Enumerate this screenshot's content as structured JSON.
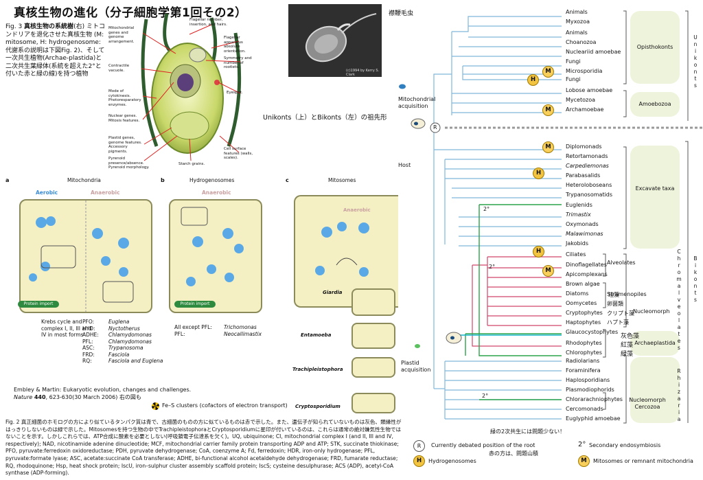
{
  "title": "真核生物の進化（分子細胞学第1回その2）",
  "fig3_caption": {
    "prefix": "Fig. 3 ",
    "bold": "真核生物の系統樹",
    "body": "(右) ミトコンドリアを退化させた真核生物 (M: mitosome, H: hydrogenosome:代謝系の説明は下図Fig. 2)、そして一次共生植物(Archae-plastida)と二次共生葉緑体(系統を超えた2°と付いた赤と緑の線)を持つ植物"
  },
  "cell_labels": {
    "left": [
      "Mitochondrial genes and genome arrangement.",
      "Contractile vacuole.",
      "Mode of cytokinesis. Photoresparatory enzymes.",
      "Nuclear genes. Mitosis features.",
      "Plastid genes, genome features. Accessory pigments.",
      "Pyrenoid presence/absence. Pyrenoid morphology."
    ],
    "top": "Flagellar number, insertion, and hairs.",
    "right": [
      "Flagellar apparatus absolute orientation.",
      "Symmetry and number of rootlets.",
      "Eyespot.",
      "Cell surface features (walls, scales)."
    ],
    "bottom": "Starch grains."
  },
  "protist": {
    "credit": "(c)1994 by Kerry S. Clark",
    "label": "襟鞭毛虫"
  },
  "mid_caption": "Unikonts（上）とBikonts（左）の祖先形",
  "panels": {
    "a": {
      "letter": "a",
      "title": "Mitochondria",
      "aerobic": "Aerobic",
      "anaerobic": "Anaerobic",
      "left_text": "Krebs cycle and complex I, II, III and IV in most forms",
      "right_pairs": [
        [
          "PFO:",
          "Euglena"
        ],
        [
          "HYD:",
          "Nyctotherus"
        ],
        [
          "ADHE:",
          "Chlamydomonas"
        ],
        [
          "PFL:",
          "Chlamydomonas"
        ],
        [
          "ASC:",
          "Trypanosoma"
        ],
        [
          "FRD:",
          "Fasciola"
        ],
        [
          "RQ:",
          "Fasciola and Euglena"
        ]
      ]
    },
    "b": {
      "letter": "b",
      "title": "Hydrogenosomes",
      "anaerobic": "Anaerobic",
      "pairs": [
        [
          "All except PFL:",
          "Trichomonas"
        ],
        [
          "PFL:",
          "Neocallimastix"
        ]
      ]
    },
    "c": {
      "letter": "c",
      "title": "Mitosomes",
      "anaerobic": "Anaerobic",
      "organisms": [
        "Giardia",
        "Entamoeba",
        "Trachipleistophora",
        "Cryptosporidium"
      ]
    },
    "protein_import": "Protein import"
  },
  "source": {
    "line1": "Embley & Martin: Eukaryotic evolution, changes and challenges.",
    "journal": "Nature",
    "vol": "440",
    "rest": ", 623-630(30 March 2006) 右の図も"
  },
  "fes_legend": "Fe–S clusters (cofactors of electron transport)",
  "fig2_caption": "Fig. 2 真正細菌のホモログの方により似ているタンパク質は青で、古細菌のものの方に似ているものは赤で示した。また、遺伝子が知られていないものは灰色、類縁性がはっきりしないものは緑で示した。Mitosomesを持つ生物の中でTrachipleistophoraとCryptosporidiumに星印が付いているのは、これらは通常の絶対嫌気性生物ではないことを示す。しかしこれらでは、ATP合成に酸素を必要としない(呼吸鎖電子伝達系を欠く)。UQ, ubiquinone; CI, mitochondrial complex I (and II, III and IV, respectively); NAD, nicotinamide adenine dinucleotide; MCF, mitochondrial carrier family protein transporting ADP and ATP; STK, succinate thiokinase; PFO, pyruvate:ferredoxin oxidoreductase; PDH, pyruvate dehydrogenase; CoA, coenzyme A; Fd, ferredoxin; HDR, iron-only hydrogenase; PFL, pyruvate:formate lyase; ASC, acetate:succinate CoA transferase; ADHE, bi-functional alcohol acetaldehyde dehydrogenase; FRD, fumarate reductase; RQ, rhodoquinone; Hsp, heat shock protein; IscU, iron–sulphur cluster assembly scaffold protein; IscS; cysteine desulphurase; ACS (ADP), acetyl-CoA synthase (ADP-forming).",
  "tree": {
    "unikont_leaves": [
      "Animals",
      "Myxozoa",
      "Animals",
      "Choanozoa",
      "Nucleariid amoebae",
      "Fungi",
      "Microsporidia",
      "Fungi",
      "Lobose amoebae",
      "Mycetozoa",
      "Archamoebae"
    ],
    "bikont_leaves": [
      "Diplomonads",
      "Retortamonads",
      "Carpediemonas",
      "Parabasalids",
      "Heteroloboseans",
      "Trypanosomatids",
      "Euglenids",
      "Trimastix",
      "Oxymonads",
      "Malawimonas",
      "Jakobids",
      "Ciliates",
      "Dinoflagellates",
      "Apicomplexans",
      "Brown algae",
      "Diatoms",
      "Oomycetes",
      "Cryptophytes",
      "Haptophytes",
      "Glaucocystophytes",
      "Rhodophytes",
      "Chlorophytes",
      "Radiolarians",
      "Foraminifera",
      "Haplosporidians",
      "Plasmodiophorids",
      "Chlorarachniophytes",
      "Cercomonads",
      "Euglyphid amoebae"
    ],
    "groups": {
      "opisthokonts": "Opisthokonts",
      "amoebozoa": "Amoebozoa",
      "excavate": "Excavate taxa",
      "alveolates": "Alveolates",
      "stramenopiles": "Stramenopiles",
      "nucleomorph1": "Nucleomorph",
      "archaeplastida": "Archaeplastida",
      "nucleomorph2": "Nucleomorph",
      "cercozoa": "Cercozoa"
    },
    "unikonts_vert": "Unikonts",
    "bikonts_vert": "Bikonts",
    "chromalveolates_vert": "Chromalveolates",
    "rhizaria_vert": "Rhizaria",
    "mito_acq": "Mitochondrial acquisition",
    "host": "Host",
    "plastid_acq": "Plastid acquisition",
    "root": "R",
    "secondary": "2°",
    "jp_notes": {
      "diatoms": "珪藻",
      "oomycetes": "卵菌類",
      "crypto": "クリプト藻",
      "hapto": "ハプト藻",
      "glauco": "灰色藻",
      "rhodo": "紅藻",
      "chloro": "緑藻"
    },
    "bottom_note": "緑の2次共生には問題少ない！",
    "legend": {
      "root": "Currently debated position of the root",
      "secondary": "Secondary endosymbiosis",
      "secondary_symbol": "2°",
      "h_note": "赤の方は、問題山積",
      "h_badge": "H",
      "hydrogenosomes": "Hydrogenosomes",
      "m_badge": "M",
      "mitosomes": "Mitosomes or remnant mitochondria"
    }
  }
}
